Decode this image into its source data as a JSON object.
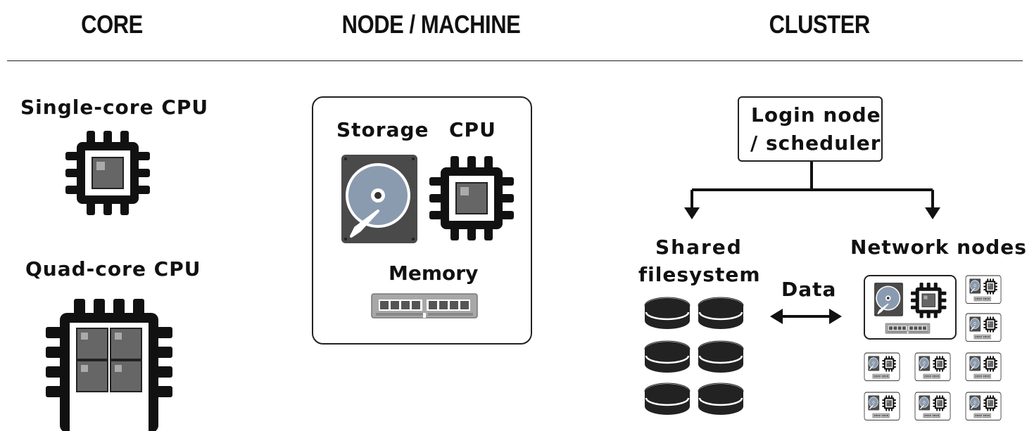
{
  "headings": {
    "core": "CORE",
    "node": "NODE / MACHINE",
    "cluster": "CLUSTER"
  },
  "core": {
    "single_label": "Single-core CPU",
    "quad_label": "Quad-core CPU"
  },
  "node": {
    "storage_label": "Storage",
    "cpu_label": "CPU",
    "memory_label": "Memory"
  },
  "cluster": {
    "login_line1": "Login node",
    "login_line2": "/ scheduler",
    "shared_line1": "Shared",
    "shared_line2": "filesystem",
    "network_label": "Network nodes",
    "data_label": "Data"
  },
  "colors": {
    "ink": "#111111",
    "chip_gray": "#666666",
    "disk_blue": "#8a9bb0",
    "disk_case": "#4a4a4a"
  }
}
